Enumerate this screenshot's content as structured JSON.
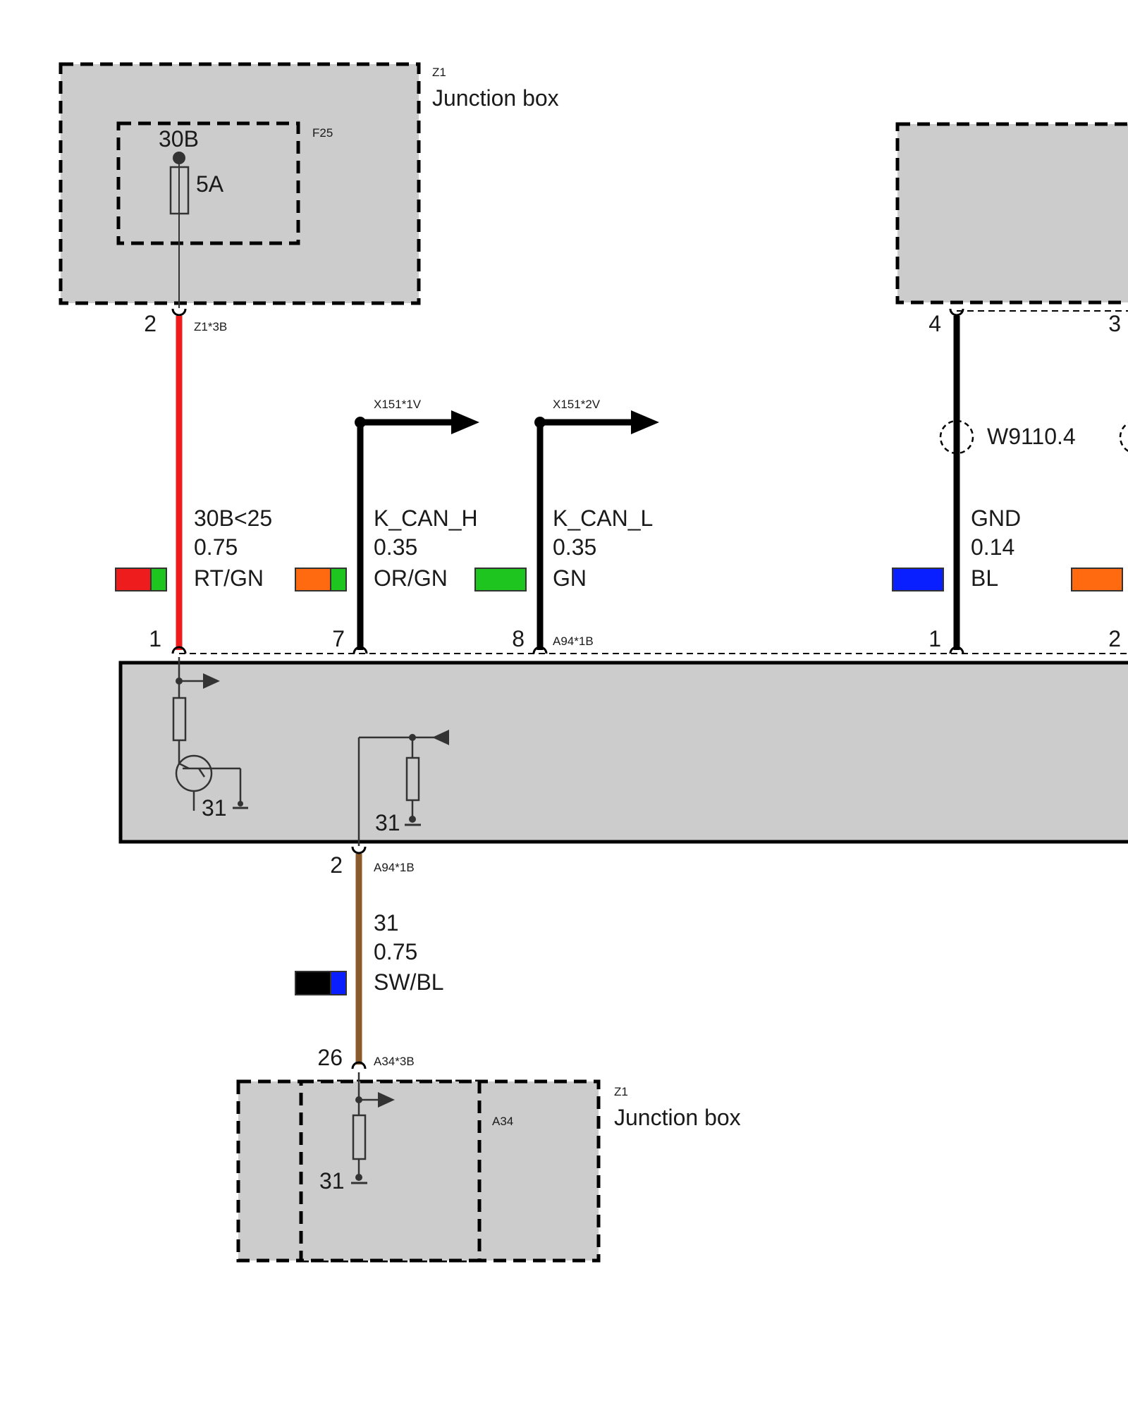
{
  "junction_box_top": {
    "ref": "Z1",
    "name": "Junction box",
    "fuse": {
      "ref": "F25",
      "terminal": "30B",
      "rating": "5A"
    },
    "pin": "2",
    "connector": "Z1*3B"
  },
  "module_top_right": {
    "pins": [
      "4",
      "3"
    ]
  },
  "shield": {
    "label": "W9110.4"
  },
  "connectors": {
    "x151_1v": "X151*1V",
    "x151_2v": "X151*2V"
  },
  "wires": [
    {
      "id": "w30b",
      "signal": "30B<25",
      "size": "0.75",
      "color_code": "RT/GN",
      "colors": [
        "#ee1c1c",
        "#1ec51e"
      ],
      "wire_color": "#ee1c1c"
    },
    {
      "id": "wcanh",
      "signal": "K_CAN_H",
      "size": "0.35",
      "color_code": "OR/GN",
      "colors": [
        "#ff6a10",
        "#1ec51e"
      ],
      "wire_color": "#000000"
    },
    {
      "id": "wcanl",
      "signal": "K_CAN_L",
      "size": "0.35",
      "color_code": "GN",
      "colors": [
        "#1ec51e"
      ],
      "wire_color": "#000000"
    },
    {
      "id": "wgnd",
      "signal": "GND",
      "size": "0.14",
      "color_code": "BL",
      "colors": [
        "#0a1fff"
      ],
      "wire_color": "#000000"
    },
    {
      "id": "w31",
      "signal": "31",
      "size": "0.75",
      "color_code": "SW/BL",
      "colors": [
        "#000000",
        "#0a1fff"
      ],
      "wire_color": "#8b5a2b"
    }
  ],
  "partial_swatch_color": "#ff6a10",
  "main_module": {
    "pins_top": [
      "1",
      "7",
      "8",
      "1",
      "2"
    ],
    "connector_top": "A94*1B",
    "pin_bottom": "2",
    "connector_bottom": "A94*1B",
    "ground_labels": [
      "31",
      "31"
    ]
  },
  "junction_box_bottom": {
    "ref": "Z1",
    "name": "Junction box",
    "module_ref": "A34",
    "pin": "26",
    "connector": "A34*3B",
    "ground_label": "31"
  }
}
